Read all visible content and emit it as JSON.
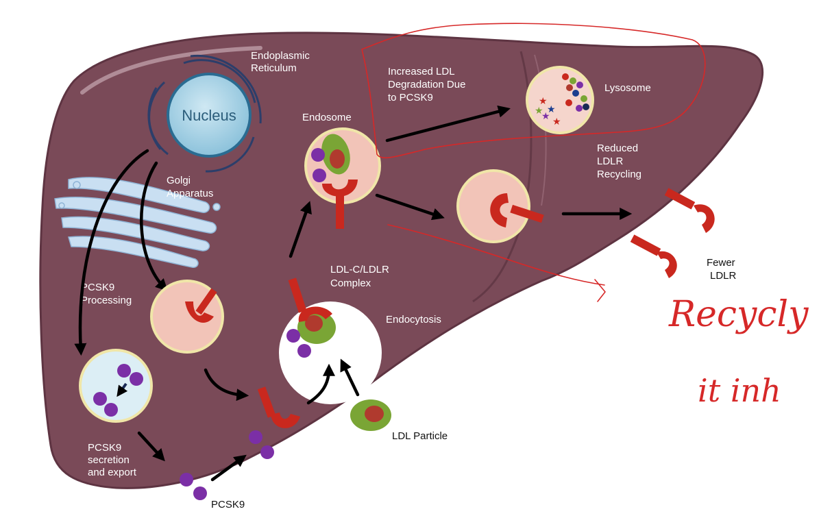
{
  "labels": {
    "endoplasmic_reticulum": [
      "Endoplasmic",
      "Reticulum"
    ],
    "nucleus": "Nucleus",
    "golgi": [
      "Golgi",
      "Apparatus"
    ],
    "endosome": "Endosome",
    "increased_ldl": [
      "Increased LDL",
      "Degradation Due",
      "to PCSK9"
    ],
    "lysosome": "Lysosome",
    "reduced_ldlr": [
      "Reduced",
      "LDLR",
      "Recycling"
    ],
    "pcsk9_processing": [
      "PCSK9",
      "Processing"
    ],
    "ldl_complex": [
      "LDL-C/LDLR",
      "Complex"
    ],
    "endocytosis": "Endocytosis",
    "fewer_ldlr": [
      "Fewer",
      "LDLR"
    ],
    "pcsk9_secretion": [
      "PCSK9",
      "secretion",
      "and export"
    ],
    "ldl_particle": "LDL Particle",
    "pcsk9": "PCSK9"
  },
  "annotations": {
    "handwritten_line1": "Recycly",
    "handwritten_line2": "it inh"
  },
  "colors": {
    "liver": "#7a4a58",
    "liver_dark": "#5e3442",
    "vesicle": "#f2c4b8",
    "vesicle_rim": "#f0e6a8",
    "ldlr": "#c9281e",
    "pcsk9": "#7b2fa6",
    "ldl_outer": "#7aa535",
    "ldl_inner": "#b03a2e",
    "nucleus": "#a9d3e6",
    "annotation": "#d62828"
  },
  "icons": [
    "nucleus-icon",
    "golgi-icon",
    "vesicle-icon",
    "ldlr-receptor-icon",
    "pcsk9-molecule-icon",
    "ldl-particle-icon",
    "lysosome-icon"
  ]
}
